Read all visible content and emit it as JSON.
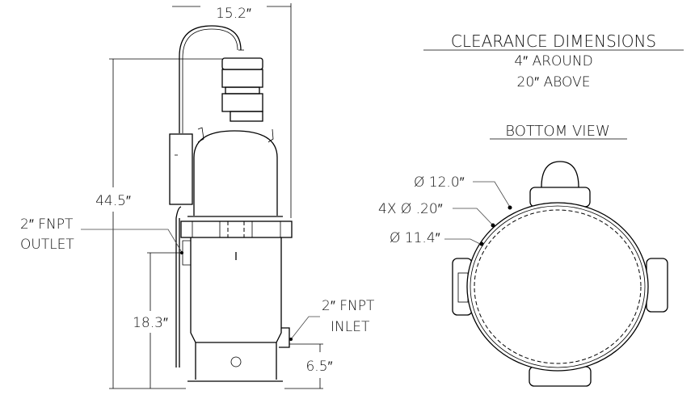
{
  "side_view": {
    "width_dim": "15.2″",
    "height_dim": "44.5″",
    "outlet_height_dim": "18.3″",
    "inlet_height_dim": "6.5″",
    "outlet_label_line1": "2″ FNPT",
    "outlet_label_line2": "OUTLET",
    "inlet_label_line1": "2″ FNPT",
    "inlet_label_line2": "INLET"
  },
  "clearance": {
    "title": "CLEARANCE DIMENSIONS",
    "around": "4″ AROUND",
    "above": "20″ ABOVE"
  },
  "bottom_view": {
    "title": "BOTTOM VIEW",
    "outer_dia": "Ø 12.0″",
    "holes": "4X Ø .20″",
    "inner_dia": "Ø 11.4″"
  }
}
